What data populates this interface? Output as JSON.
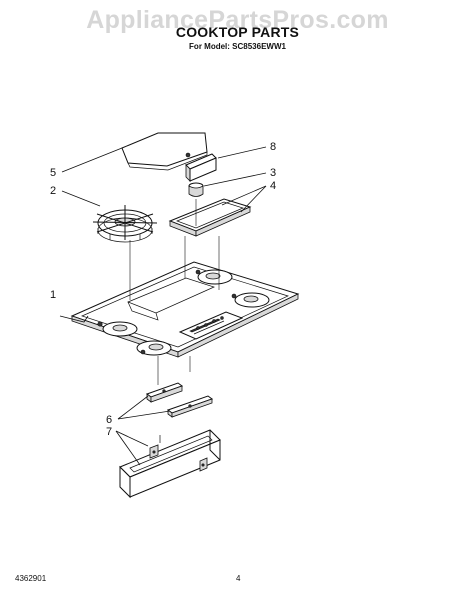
{
  "watermark": "AppliancePartsPros.com",
  "title": "COOKTOP PARTS",
  "subtitle": "For Model: SC8536EWW1",
  "footer": {
    "doc_number": "4362901",
    "page_number": "4"
  },
  "callouts": {
    "c1": "1",
    "c2": "2",
    "c3": "3",
    "c4": "4",
    "c5": "5",
    "c6": "6",
    "c7": "7",
    "c8": "8"
  }
}
